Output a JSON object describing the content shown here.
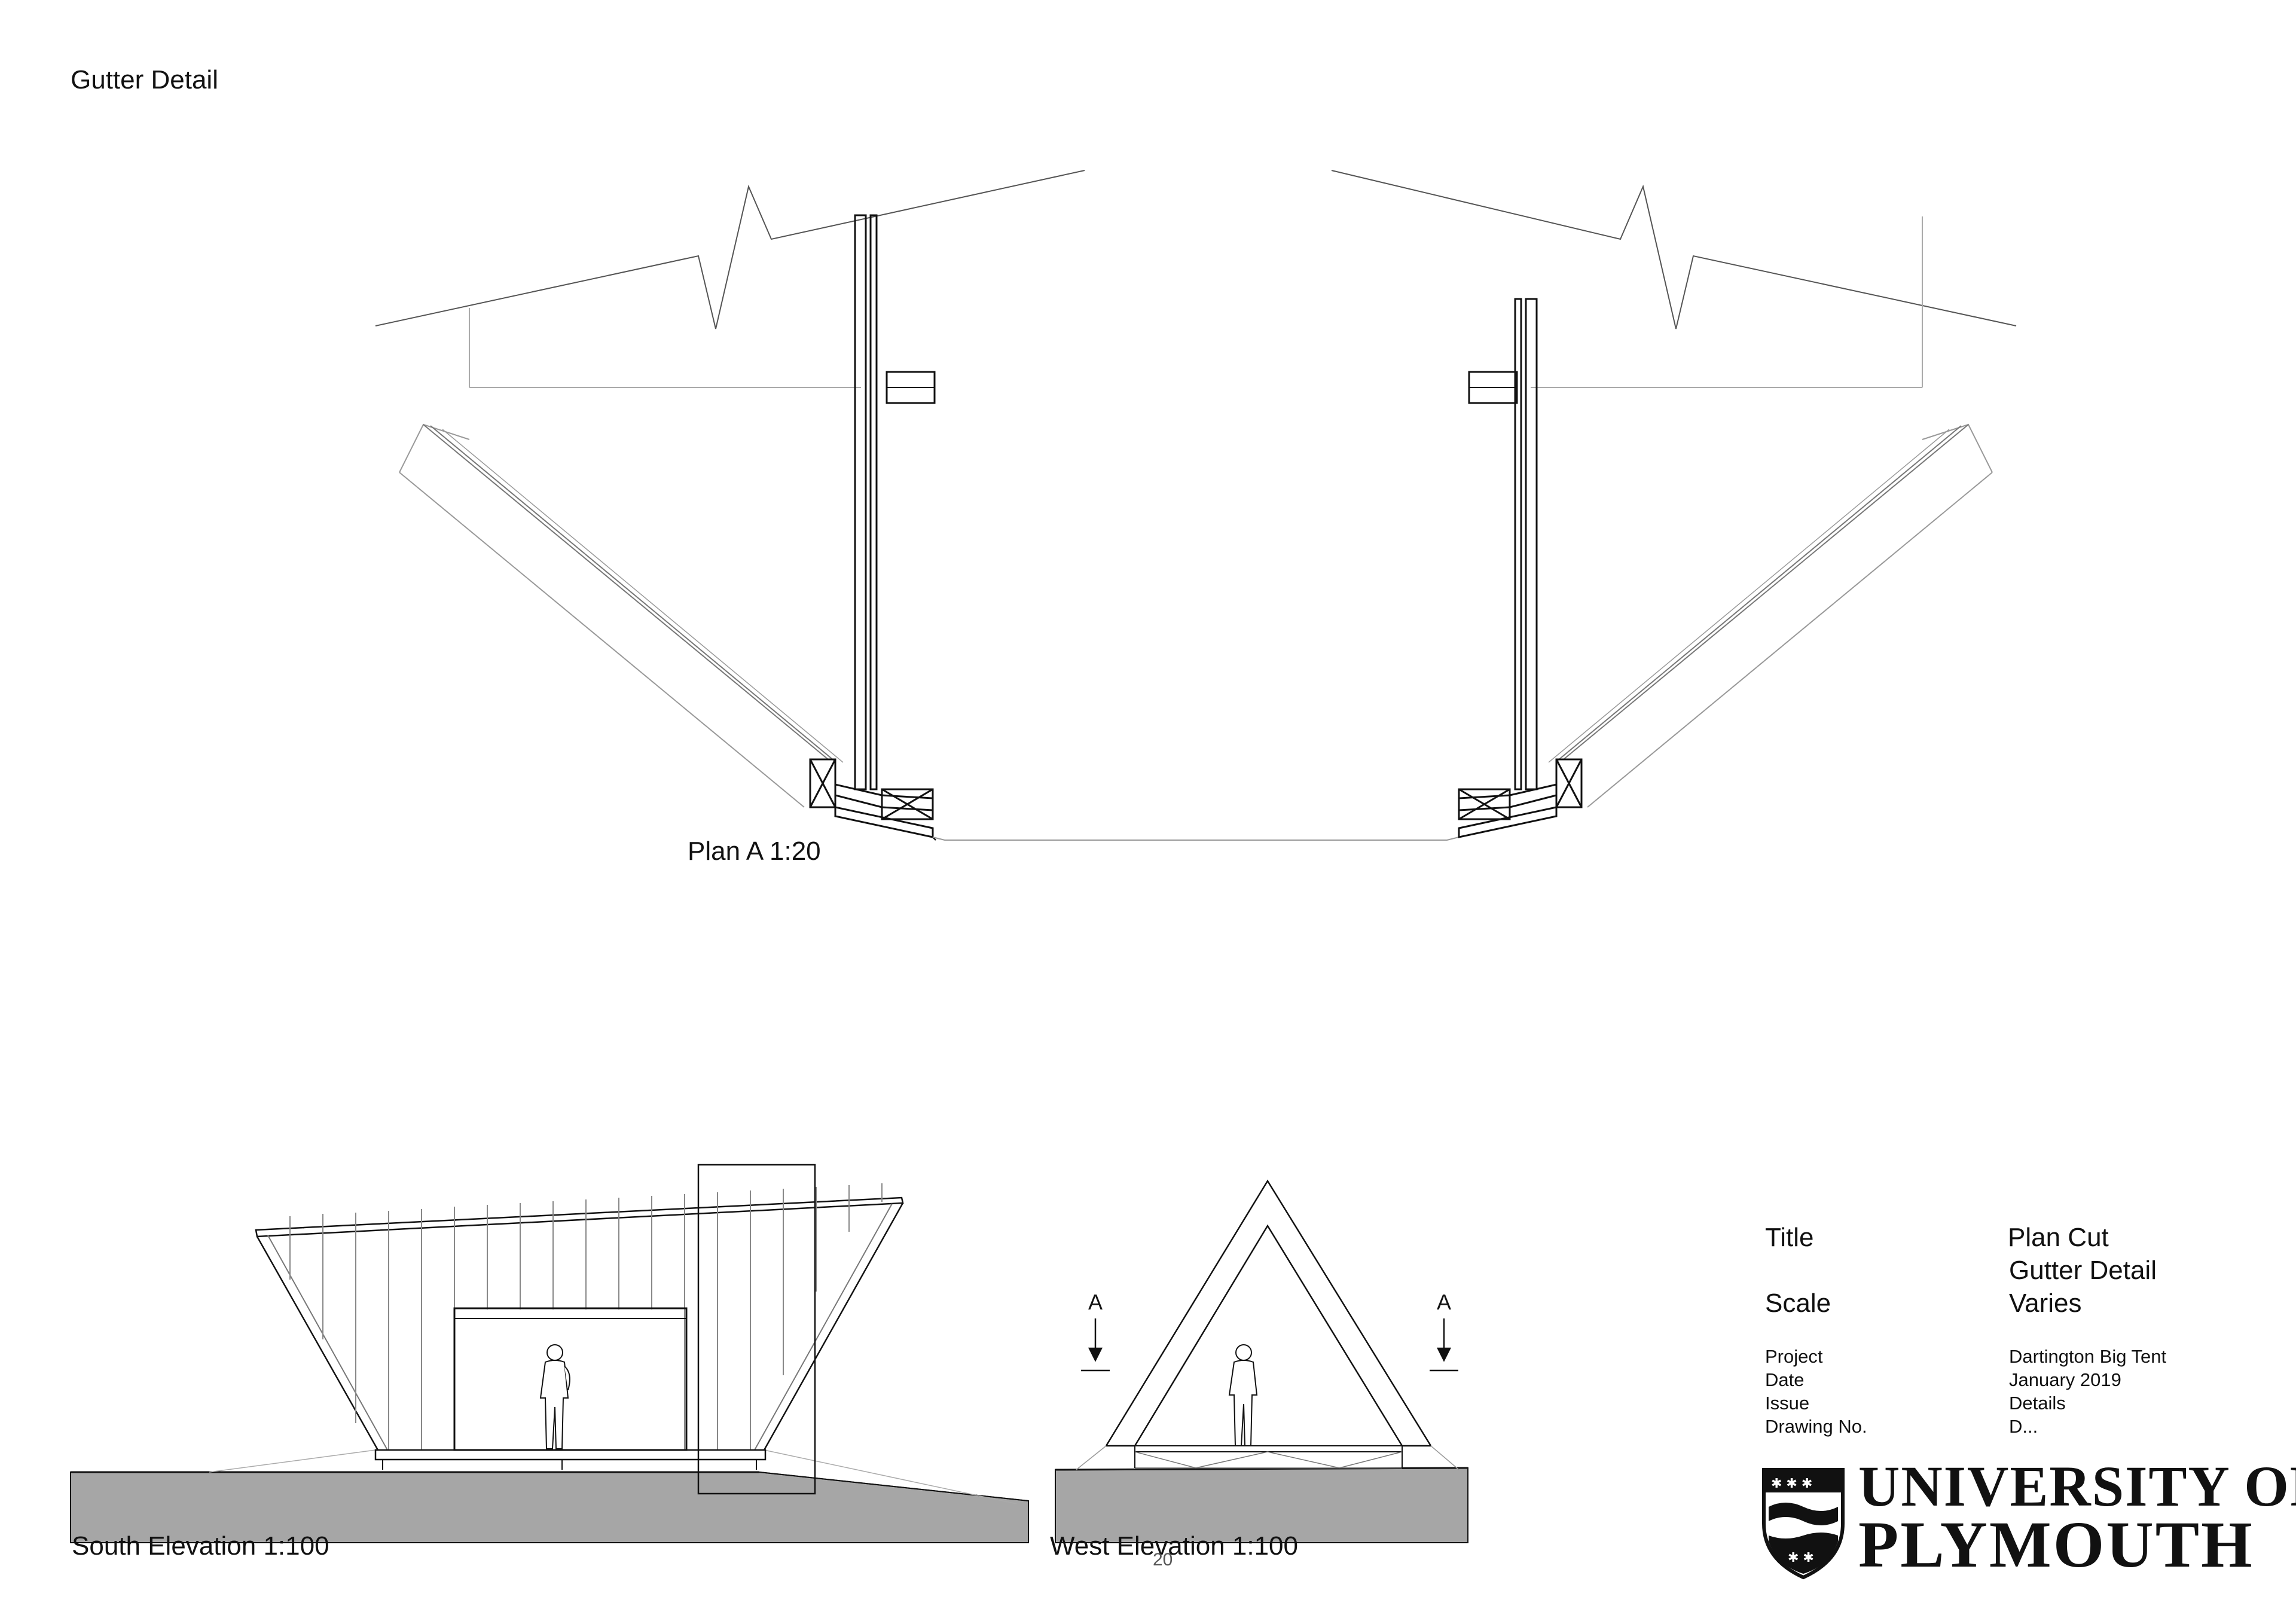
{
  "sheet": {
    "title": "Gutter Detail",
    "page_number": "20"
  },
  "views": {
    "plan": {
      "label": "Plan A  1:20"
    },
    "south_elevation": {
      "label": "South Elevation 1:100"
    },
    "west_elevation": {
      "label": "West Elevation 1:100",
      "section_marker": "A"
    }
  },
  "title_block": {
    "title_label": "Title",
    "title_line1": "Plan Cut",
    "title_line2": "Gutter Detail",
    "scale_label": "Scale",
    "scale_value": "Varies",
    "project_label": "Project",
    "project_value": "Dartington Big Tent",
    "date_label": "Date",
    "date_value": "January 2019",
    "issue_label": "Issue",
    "issue_value": "Details",
    "drawing_label": "Drawing No.",
    "drawing_value": "D..."
  },
  "logo": {
    "line1": "UNIVERSITY OF",
    "line2": "PLYMOUTH"
  },
  "colors": {
    "ink": "#111111",
    "ground": "#a6a6a6",
    "fine_line": "#9a9a9a"
  }
}
